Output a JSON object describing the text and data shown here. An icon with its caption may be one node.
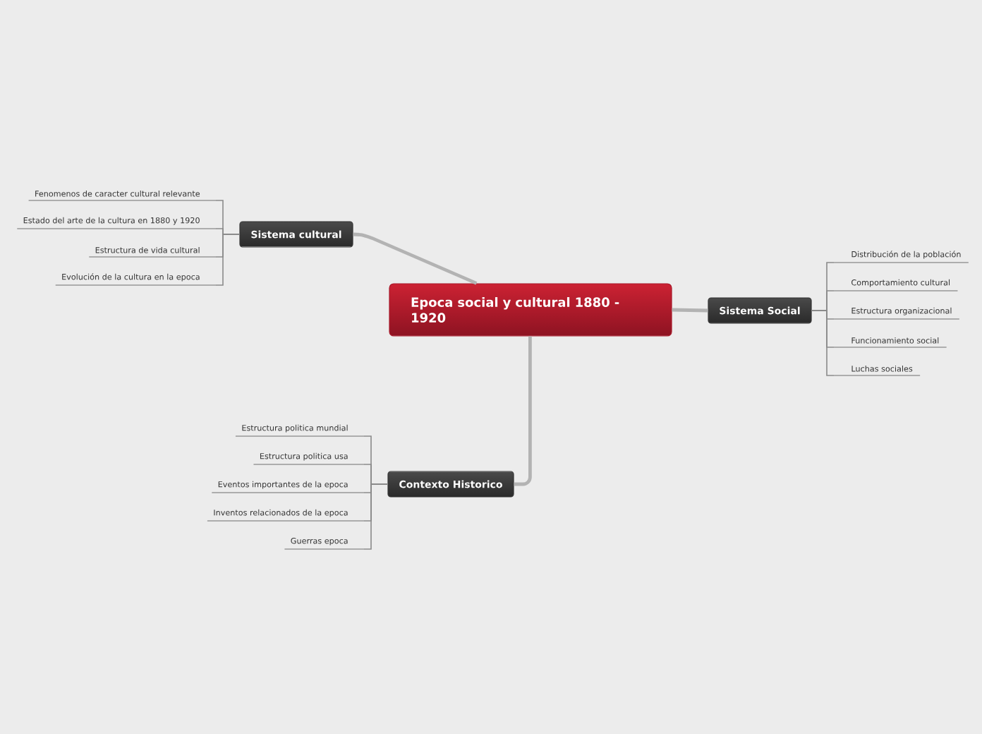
{
  "diagram": {
    "nodes": [
      {
        "text": [
          "Epoca social y cultural 1880 - 1920"
        ]
      },
      {
        "text": [
          "Sistema cultural"
        ]
      },
      {
        "text": [
          "Fenomenos de caracter cultural relevante"
        ]
      },
      {
        "text": [
          "Estado del arte de la cultura en 1880 y 1920"
        ]
      },
      {
        "text": [
          "Estructura de vida cultural"
        ]
      },
      {
        "text": [
          "Evolución de la cultura en la epoca"
        ]
      },
      {
        "text": [
          "Sistema Social"
        ]
      },
      {
        "text": [
          "Distribución de la población"
        ]
      },
      {
        "text": [
          "Comportamiento cultural"
        ]
      },
      {
        "text": [
          "Estructura organizacional"
        ]
      },
      {
        "text": [
          "Funcionamiento social"
        ]
      },
      {
        "text": [
          "Luchas sociales"
        ]
      },
      {
        "text": [
          "Contexto Historico"
        ]
      },
      {
        "text": [
          "Estructura politica mundial"
        ]
      },
      {
        "text": [
          "Estructura politica usa"
        ]
      },
      {
        "text": [
          "Eventos importantes de la epoca"
        ]
      },
      {
        "text": [
          "Inventos relacionados de la epoca"
        ]
      },
      {
        "text": [
          "Guerras epoca"
        ]
      }
    ],
    "edges": [
      {
        "from": 0,
        "to": 1,
        "arrow": "none",
        "style": "thick",
        "color": "#b3b3b3"
      },
      {
        "from": 1,
        "to": 2,
        "arrow": "none"
      },
      {
        "from": 1,
        "to": 3,
        "arrow": "none"
      },
      {
        "from": 1,
        "to": 4,
        "arrow": "none"
      },
      {
        "from": 1,
        "to": 5,
        "arrow": "none"
      },
      {
        "from": 0,
        "to": 6,
        "arrow": "none",
        "style": "thick",
        "color": "#b3b3b3"
      },
      {
        "from": 6,
        "to": 7,
        "arrow": "none"
      },
      {
        "from": 6,
        "to": 8,
        "arrow": "none"
      },
      {
        "from": 6,
        "to": 9,
        "arrow": "none"
      },
      {
        "from": 6,
        "to": 10,
        "arrow": "none"
      },
      {
        "from": 6,
        "to": 11,
        "arrow": "none"
      },
      {
        "from": 0,
        "to": 12,
        "arrow": "none",
        "style": "thick",
        "color": "#b3b3b3"
      },
      {
        "from": 12,
        "to": 13,
        "arrow": "none"
      },
      {
        "from": 12,
        "to": 14,
        "arrow": "none"
      },
      {
        "from": 12,
        "to": 15,
        "arrow": "none"
      },
      {
        "from": 12,
        "to": 16,
        "arrow": "none"
      },
      {
        "from": 12,
        "to": 17,
        "arrow": "none"
      }
    ]
  }
}
